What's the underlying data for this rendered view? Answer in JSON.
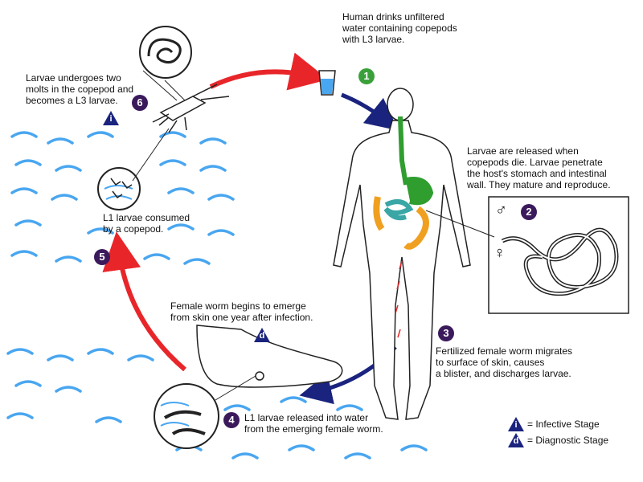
{
  "labels": {
    "step1": "Human drinks unfiltered\nwater containing copepods\nwith L3 larvae.",
    "step2": "Larvae are released when\ncopepods die.  Larvae penetrate\nthe host's stomach and intestinal\nwall.  They mature and reproduce.",
    "step3": "Fertilized female worm migrates\nto surface of skin, causes\na blister, and discharges larvae.",
    "step4": "L1 larvae released into water\nfrom the emerging female worm.",
    "step4d": "Female worm begins to emerge\nfrom skin one year after infection.",
    "step5": "L1 larvae consumed\nby a copepod.",
    "step6": "Larvae undergoes two\nmolts in the copepod and\nbecomes a L3 larvae."
  },
  "numbers": {
    "n1": "1",
    "n2": "2",
    "n3": "3",
    "n4": "4",
    "n5": "5",
    "n6": "6"
  },
  "stage_marks": {
    "infective": "i",
    "diagnostic": "d"
  },
  "sex_symbols": {
    "male": "♂",
    "female": "♀"
  },
  "legend": {
    "infective": "= Infective Stage",
    "diagnostic": "= Diagnostic Stage"
  },
  "colors": {
    "arrow_red": "#e8262a",
    "arrow_blue": "#1a237e",
    "badge_green": "#3aa03a",
    "badge_purple": "#3b1a5c",
    "water_blue": "#49a6f0",
    "gut_green": "#2f9e2f",
    "gut_orange": "#f0a020",
    "gut_teal": "#3aa6a6"
  }
}
